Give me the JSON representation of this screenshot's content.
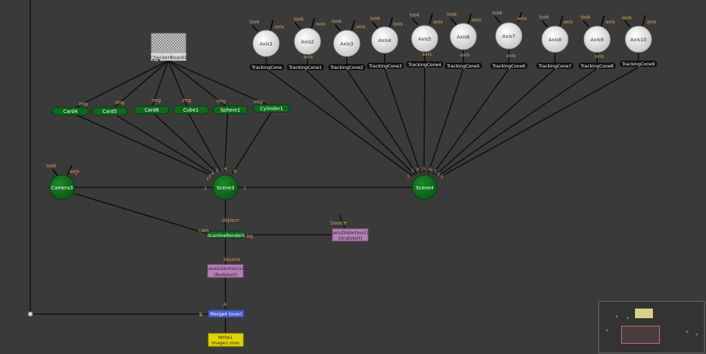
{
  "colors": {
    "background": "#3a3a3a",
    "wire": "#0f0f0f",
    "input_label": "#d8a45a",
    "green_node": "#0e6a1a",
    "axis_node": "#d9d9d9",
    "tracking_node": "#111111",
    "lens_node": "#b67fb6",
    "merge_node": "#4b5ec9",
    "write_node": "#e0d400"
  },
  "nodes": {
    "checkerboard": {
      "label": "CheckerBoard1"
    },
    "cards": [
      {
        "label": "Card4",
        "input": "img"
      },
      {
        "label": "Card5",
        "input": "img"
      },
      {
        "label": "Card6",
        "input": "img"
      },
      {
        "label": "Cube1",
        "input": "img"
      },
      {
        "label": "Sphere1",
        "input": "img"
      },
      {
        "label": "Cylinder1",
        "input": "img"
      }
    ],
    "axes": [
      {
        "label": "Axis1",
        "look": "look",
        "axis": "axis",
        "cone": "TrackingCone"
      },
      {
        "label": "Axis2",
        "look": "look",
        "axis": "axis",
        "cone": "TrackingCone1"
      },
      {
        "label": "Axis3",
        "look": "look",
        "axis": "axis",
        "cone": "TrackingCone2"
      },
      {
        "label": "Axis4",
        "look": "look",
        "axis": "axis",
        "cone": "TrackingCone3"
      },
      {
        "label": "Axis5",
        "look": "look",
        "axis": "axis",
        "cone": "TrackingCone4"
      },
      {
        "label": "Axis6",
        "look": "look",
        "axis": "axis",
        "cone": "TrackingCone5"
      },
      {
        "label": "Axis7",
        "look": "look",
        "axis": "axis",
        "cone": "TrackingCone6"
      },
      {
        "label": "Axis8",
        "look": "look",
        "axis": "axis",
        "cone": "TrackingCone7"
      },
      {
        "label": "Axis9",
        "look": "look",
        "axis": "axis",
        "cone": "TrackingCone8"
      },
      {
        "label": "Axis10",
        "look": "look",
        "axis": "axis",
        "cone": "TrackingCone9"
      }
    ],
    "camera": {
      "label": "Camera3",
      "look": "look",
      "axis": "axis"
    },
    "scene3": {
      "label": "Scene3",
      "inputs": [
        "1",
        "3",
        "4",
        "5",
        "6",
        "8",
        "2",
        "7"
      ]
    },
    "scene4": {
      "label": "Scene4",
      "inputs": [
        "1",
        "3",
        "4",
        "5",
        "6",
        "7",
        "8",
        "2"
      ]
    },
    "scanline": {
      "label": "ScanlineRender5",
      "obj": "obj/scn",
      "cam": "cam",
      "bg": "bg"
    },
    "lens_undistort": {
      "label": "LensDistortion11",
      "sublabel": "(Undistort)",
      "input": "Source"
    },
    "lens_redistort": {
      "label": "LensDistortion12",
      "sublabel": "(Redistort)",
      "input": "Source"
    },
    "merge": {
      "label": "Merge4 (over)",
      "a": "A",
      "b": "B"
    },
    "write": {
      "label": "Write1",
      "sublabel": "image1.mov"
    }
  }
}
